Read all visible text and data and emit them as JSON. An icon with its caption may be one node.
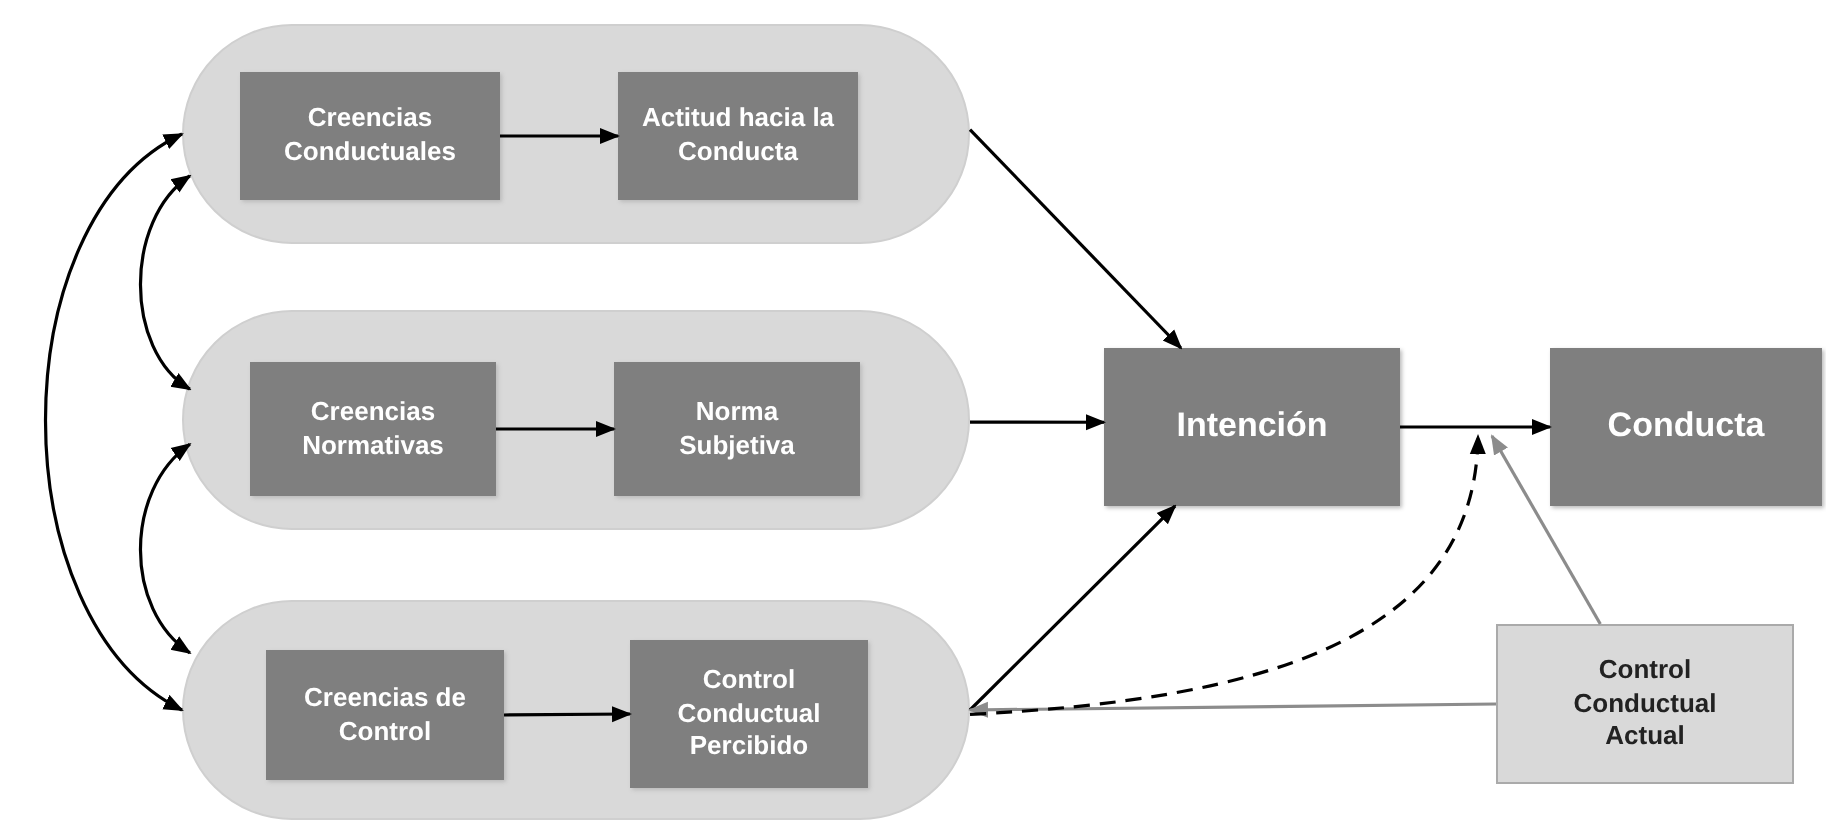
{
  "diagram": {
    "nodes": [
      {
        "text": [],
        "shape": "capsule"
      },
      {
        "text": [
          "Creencias Conductuales"
        ],
        "in": 0
      },
      {
        "text": [
          "Actitud hacia la Conducta"
        ],
        "in": 0
      },
      {
        "text": [],
        "shape": "capsule"
      },
      {
        "text": [
          "Creencias Normativas"
        ],
        "in": 3
      },
      {
        "text": [
          "Norma Subjetiva"
        ],
        "in": 3
      },
      {
        "text": [],
        "shape": "capsule"
      },
      {
        "text": [
          "Creencias de Control"
        ],
        "in": 6
      },
      {
        "text": [
          "Control Conductual Percibido"
        ],
        "in": 6
      },
      {
        "text": [
          "Intención"
        ]
      },
      {
        "text": [
          "Conducta"
        ]
      },
      {
        "text": [
          "Control Conductual Actual"
        ]
      }
    ],
    "edges": [
      {
        "from": 1,
        "to": 2,
        "arrow": "to"
      },
      {
        "from": 4,
        "to": 5,
        "arrow": "to"
      },
      {
        "from": 7,
        "to": 8,
        "arrow": "to"
      },
      {
        "from": 0,
        "to": 9,
        "arrow": "to"
      },
      {
        "from": 3,
        "to": 9,
        "arrow": "to"
      },
      {
        "from": 6,
        "to": 9,
        "arrow": "to"
      },
      {
        "from": 9,
        "to": 10,
        "arrow": "to"
      },
      {
        "from": 0,
        "to": 6,
        "arrow": "both"
      },
      {
        "from": 0,
        "to": 3,
        "arrow": "both"
      },
      {
        "from": 3,
        "to": 6,
        "arrow": "both"
      },
      {
        "from": 11,
        "to": 6,
        "arrow": "to",
        "color": "#8c8c8c"
      },
      {
        "from": 11,
        "to": null,
        "arrow": "to",
        "color": "#8c8c8c"
      },
      {
        "from": 6,
        "to": null,
        "arrow": "to",
        "style": "dashed"
      }
    ]
  }
}
